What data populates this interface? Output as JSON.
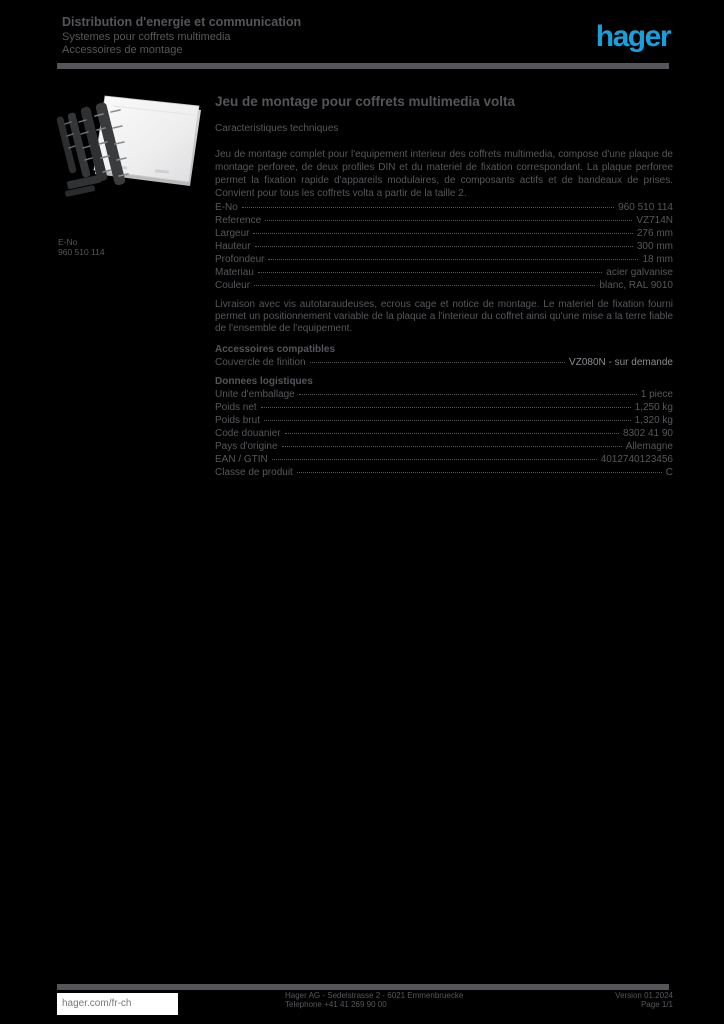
{
  "colors": {
    "background": "#000000",
    "text_gray": "#56575b",
    "rule_gray": "#55565a",
    "logo_blue": "#18a0dc",
    "light_value_gray": "#8b8c90",
    "footer_box_white": "#ffffff"
  },
  "header": {
    "line1": "Distribution d'energie et communication",
    "line2": "Systemes pour coffrets multimedia",
    "line3": "Accessoires de montage",
    "logo": "hager"
  },
  "product": {
    "photo_icon": "mounting-plate-with-screws-photo",
    "eno_label": "E-No",
    "eno_value": "960 510 114"
  },
  "main": {
    "title": "Jeu de montage pour coffrets multimedia volta",
    "subtitle": "Caracteristiques techniques",
    "description": "Jeu de montage complet pour l'equipement interieur des coffrets multimedia, compose d'une plaque de montage perforee, de deux profiles DIN et du materiel de fixation correspondant. La plaque perforee permet la fixation rapide d'appareils modulaires, de composants actifs et de bandeaux de prises. Convient pour tous les coffrets volta a partir de la taille 2.",
    "specs": [
      {
        "label": "E-No",
        "value": "960 510 114"
      },
      {
        "label": "Reference",
        "value": "VZ714N"
      },
      {
        "label": "Largeur",
        "value": "276 mm"
      },
      {
        "label": "Hauteur",
        "value": "300 mm"
      },
      {
        "label": "Profondeur",
        "value": "18 mm"
      },
      {
        "label": "Materiau",
        "value": "acier galvanise"
      },
      {
        "label": "Couleur",
        "value": "blanc, RAL 9010"
      }
    ],
    "note": "Livraison avec vis autotaraudeuses, ecrous cage et notice de montage. Le materiel de fixation fourni permet un positionnement variable de la plaque a l'interieur du coffret ainsi qu'une mise a la terre fiable de l'ensemble de l'equipement.",
    "accessories": {
      "heading": "Accessoires compatibles",
      "row_label": "Couvercle de finition",
      "row_value": "VZ080N - sur demande"
    },
    "logistics": {
      "heading": "Donnees logistiques",
      "rows": [
        {
          "label": "Unite d'emballage",
          "value": "1 piece"
        },
        {
          "label": "Poids net",
          "value": "1,250 kg"
        },
        {
          "label": "Poids brut",
          "value": "1,320 kg"
        },
        {
          "label": "Code douanier",
          "value": "8302 41 90"
        },
        {
          "label": "Pays d'origine",
          "value": "Allemagne"
        },
        {
          "label": "EAN / GTIN",
          "value": "4012740123456"
        },
        {
          "label": "Classe de produit",
          "value": "C"
        }
      ]
    }
  },
  "footer": {
    "website": "hager.com/fr-ch",
    "center_line1": "Hager AG - Sedelstrasse 2 - 6021 Emmenbruecke",
    "center_line2": "Telephone +41 41 269 90 00",
    "right_line1": "Version 01.2024",
    "right_line2": "Page 1/1"
  }
}
